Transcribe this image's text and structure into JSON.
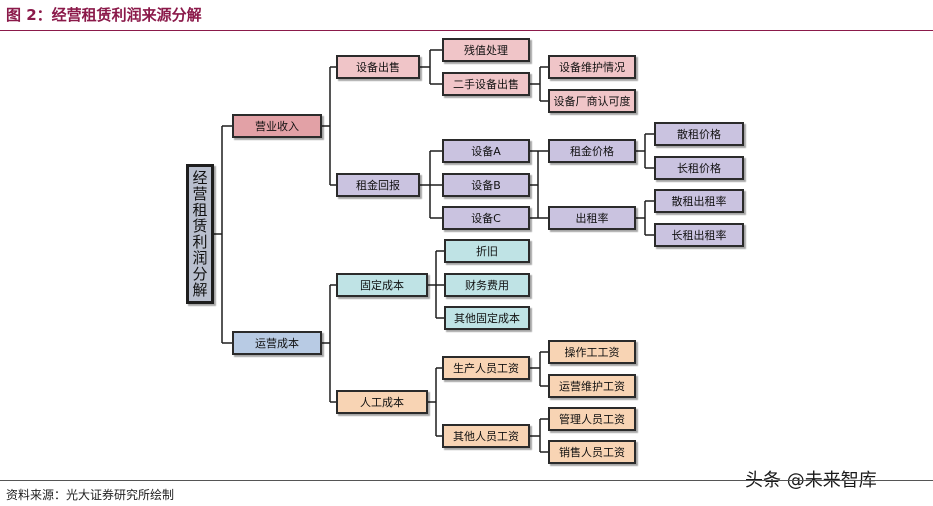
{
  "figure": {
    "title": "图 2：经营租赁利润来源分解",
    "source": "资料来源：光大证券研究所绘制",
    "watermark": "头条 @未来智库"
  },
  "tree": {
    "root": "经营租赁利润分解",
    "revenue": {
      "label": "营业收入",
      "equipment_sale": {
        "label": "设备出售",
        "residual": "残值处理",
        "second_hand": {
          "label": "二手设备出售",
          "maintenance": "设备维护情况",
          "brand": "设备厂商认可度"
        }
      },
      "rent_return": {
        "label": "租金回报",
        "equipment": [
          "设备A",
          "设备B",
          "设备C"
        ],
        "rent_price": {
          "label": "租金价格",
          "short": "散租价格",
          "long": "长租价格"
        },
        "occupancy": {
          "label": "出租率",
          "short": "散租出租率",
          "long": "长租出租率"
        }
      }
    },
    "cost": {
      "label": "运营成本",
      "fixed": {
        "label": "固定成本",
        "items": [
          "折旧",
          "财务费用",
          "其他固定成本"
        ]
      },
      "labor": {
        "label": "人工成本",
        "production": {
          "label": "生产人员工资",
          "items": [
            "操作工工资",
            "运营维护工资"
          ]
        },
        "other": {
          "label": "其他人员工资",
          "items": [
            "管理人员工资",
            "销售人员工资"
          ]
        }
      }
    }
  },
  "colors": {
    "title": "#8b1a4a",
    "root": "#b9bfce",
    "revenue": "#e2a1a6",
    "revenue_children": "#f0c5c8",
    "rent": "#cac3e0",
    "cost": "#b8cbe4",
    "fixed_cost": "#bfe3e5",
    "labor_cost": "#f8d4b4"
  }
}
